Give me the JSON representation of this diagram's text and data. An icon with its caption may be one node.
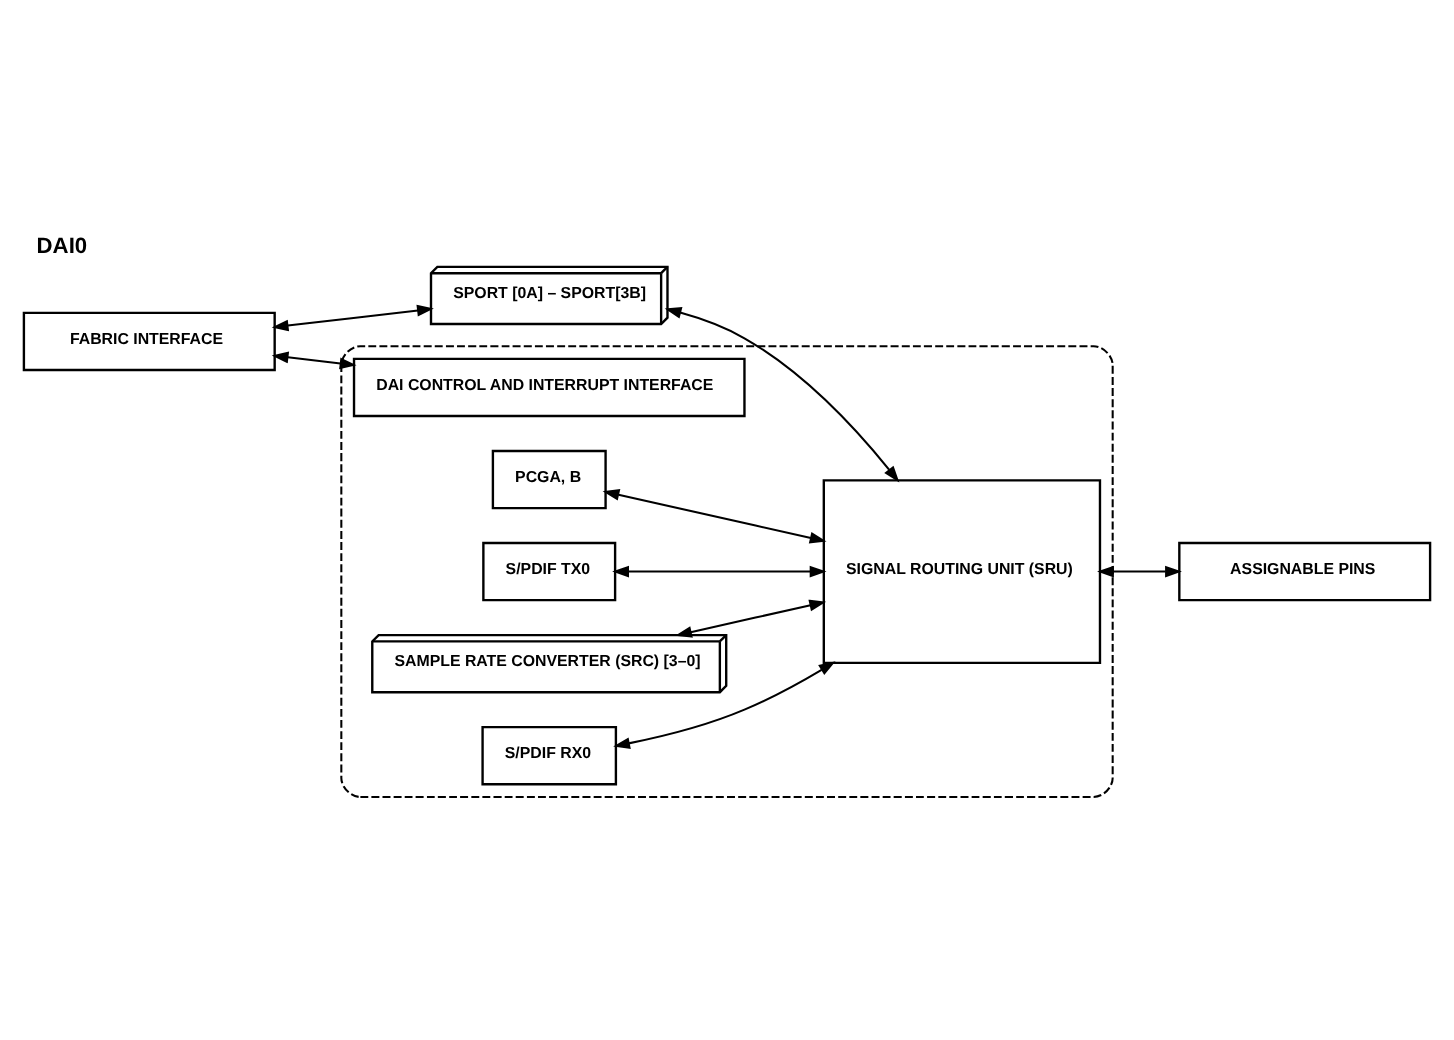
{
  "diagram": {
    "title": "DAI0",
    "nodes": [
      {
        "text": [
          "FABRIC INTERFACE"
        ]
      },
      {
        "text": [
          "SPORT [0A] – SPORT[3B]"
        ]
      },
      {
        "text": [],
        "shape": "box"
      },
      {
        "text": [
          "DAI CONTROL AND INTERRUPT INTERFACE"
        ],
        "in": 2
      },
      {
        "text": [
          "PCGA, B"
        ],
        "in": 2
      },
      {
        "text": [
          "S/PDIF TX0"
        ],
        "in": 2
      },
      {
        "text": [
          "SAMPLE RATE CONVERTER (SRC) [3–0]"
        ],
        "in": 2
      },
      {
        "text": [
          "S/PDIF RX0"
        ],
        "in": 2
      },
      {
        "text": [
          "SIGNAL ROUTING UNIT (SRU)"
        ],
        "in": 2
      },
      {
        "text": [
          "ASSIGNABLE PINS"
        ]
      }
    ],
    "edges": [
      {
        "from": 0,
        "to": 1,
        "arrow": "both"
      },
      {
        "from": 0,
        "to": 3,
        "arrow": "both"
      },
      {
        "from": 1,
        "to": 8,
        "arrow": "both"
      },
      {
        "from": 4,
        "to": 8,
        "arrow": "both"
      },
      {
        "from": 5,
        "to": 8,
        "arrow": "both"
      },
      {
        "from": 6,
        "to": 8,
        "arrow": "both"
      },
      {
        "from": 7,
        "to": 8,
        "arrow": "both"
      },
      {
        "from": 8,
        "to": 9,
        "arrow": "both"
      }
    ]
  }
}
